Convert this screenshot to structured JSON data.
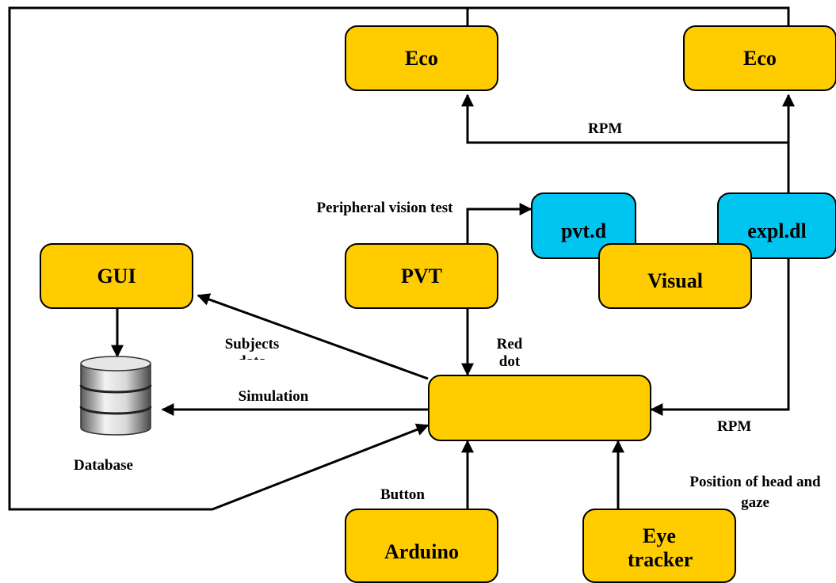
{
  "colors": {
    "box_fill": "#ffcc00",
    "dll_fill": "#00c5f0",
    "line": "#000000"
  },
  "nodes": {
    "eco_left": "Eco",
    "eco_right": "Eco",
    "pvt_dll": "pvt.d",
    "expl_dll": "expl.dl",
    "gui": "GUI",
    "pvt": "PVT",
    "visual": "Visual",
    "central": "",
    "arduino": "Arduino",
    "eye_tracker": "Eye tracker",
    "database": "Database"
  },
  "edges": {
    "rpm_top": "RPM",
    "peripheral_vision": "Peripheral vision test",
    "subjects_data": "Subjects data",
    "red_dot": "Red dot",
    "simulation": "Simulation",
    "rpm_right": "RPM",
    "button": "Button",
    "position_gaze": "Position of head and gaze"
  }
}
